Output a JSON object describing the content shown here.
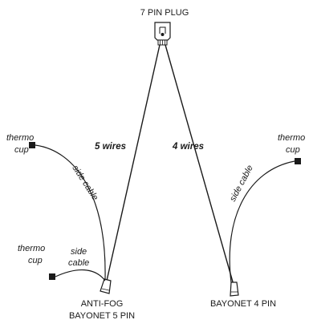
{
  "diagram": {
    "plug_label": "7 PIN PLUG",
    "left_wire_label": "5 wires",
    "right_wire_label": "4 wires",
    "left_connector_label_line1": "ANTI-FOG",
    "left_connector_label_line2": "BAYONET 5 PIN",
    "right_connector_label": "BAYONET 4 PIN",
    "thermo_cups": [
      {
        "line1": "thermo",
        "line2": "cup"
      },
      {
        "line1": "thermo",
        "line2": "cup"
      },
      {
        "line1": "thermo",
        "line2": "cup"
      }
    ],
    "side_cables": [
      {
        "text": "side cable"
      },
      {
        "line1": "side",
        "line2": "cable"
      },
      {
        "text": "side cable"
      }
    ]
  }
}
